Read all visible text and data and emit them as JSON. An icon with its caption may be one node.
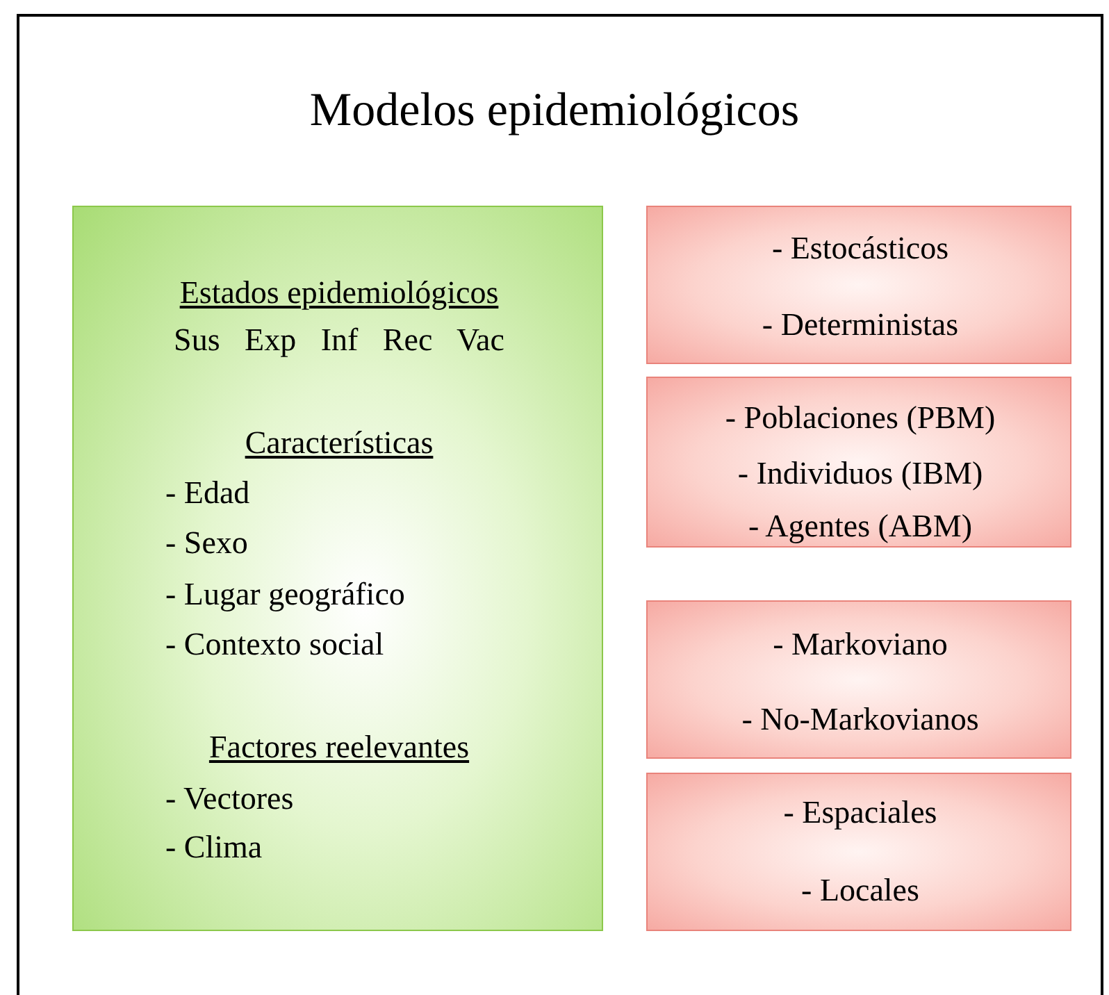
{
  "diagram": {
    "title": "Modelos epidemiológicos",
    "nodes": [
      {
        "text": [
          "Estados epidemiológicos",
          "Sus Exp Inf Rec Vac",
          "Características",
          "- Edad",
          "- Sexo",
          "- Lugar geográfico",
          "- Contexto social",
          "Factores reelevantes",
          "- Vectores",
          "- Clima"
        ]
      },
      {
        "text": [
          "- Estocásticos",
          "- Deterministas"
        ]
      },
      {
        "text": [
          "- Poblaciones (PBM)",
          "- Individuos (IBM)",
          "- Agentes (ABM)"
        ]
      },
      {
        "text": [
          "- Markoviano",
          "- No-Markovianos"
        ]
      },
      {
        "text": [
          "- Espaciales",
          "- Locales"
        ]
      }
    ]
  }
}
